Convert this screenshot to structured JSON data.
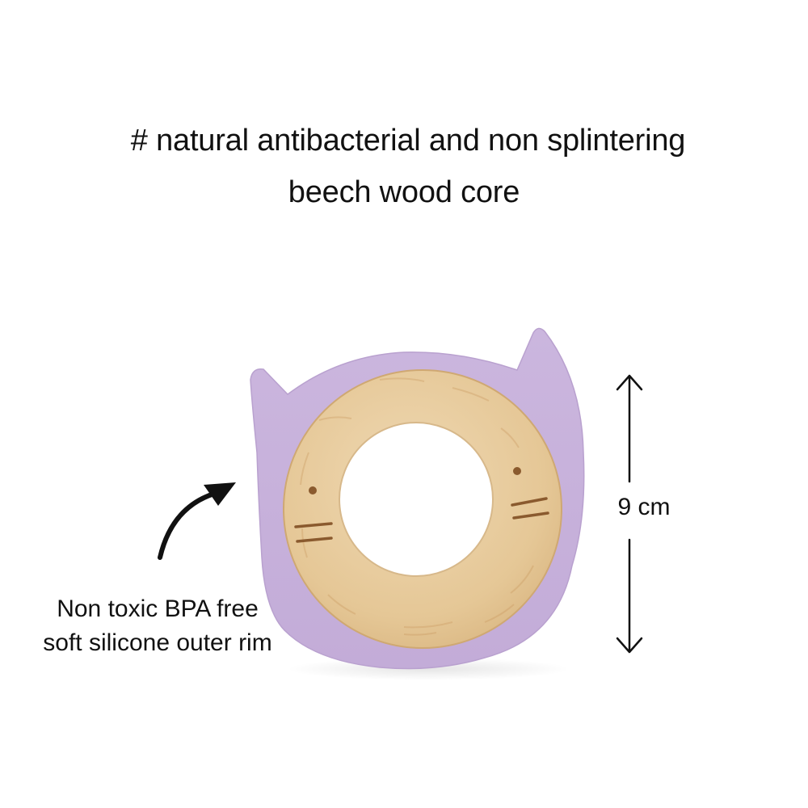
{
  "headline": {
    "line1": "# natural antibacterial and non splintering",
    "line2": "beech wood core"
  },
  "rim_caption": {
    "line1": "Non toxic BPA free",
    "line2": "soft silicone outer rim"
  },
  "size_label": "9 cm",
  "colors": {
    "silicone_rim": "#c9b3dc",
    "wood": "#e7cba1",
    "engraving": "#8a5a2e",
    "text": "#111111"
  },
  "icons": [
    "arrow-pointer-icon",
    "double-headed-arrow-icon",
    "cat-face-engraving-icon"
  ]
}
